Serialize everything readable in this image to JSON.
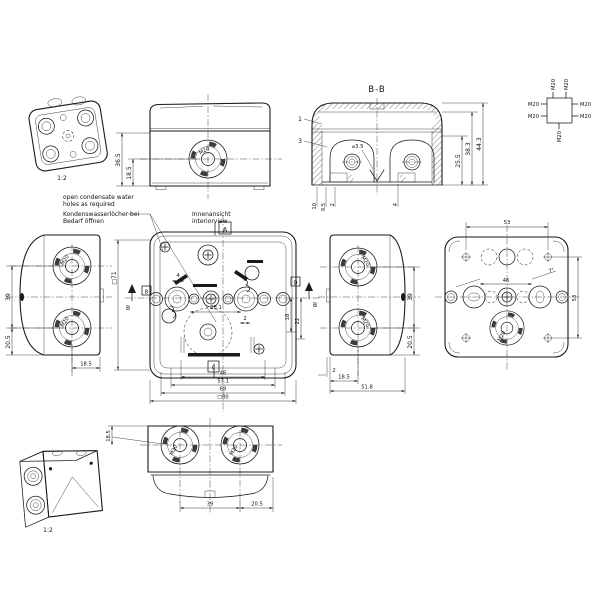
{
  "colors": {
    "line": "#1a1a1a",
    "background": "#ffffff"
  },
  "labels": {
    "scale": "1:2",
    "section_title": "B-B",
    "m20": "M20",
    "marker_a": "A",
    "marker_b": "B",
    "marker_c": "C",
    "marker_d": "D",
    "section_arrow": "B",
    "part_1": "1",
    "part_3": "3"
  },
  "notes": {
    "en1": "open condensate water",
    "en2": "holes as required",
    "de1": "Kondenswasserlöcher bei",
    "de2": "Bedarf öffnen",
    "interior_de": "Innenansicht",
    "interior_en": "interiorview"
  },
  "dims": {
    "front": {
      "h36": "36.5",
      "h18": "18.5"
    },
    "section": {
      "dia": "⌀3.5",
      "h25": "25.5",
      "h38": "38.3",
      "h44": "44.3",
      "b10": "10",
      "b9": "9.5",
      "b2": "2",
      "b4": "4"
    },
    "left": {
      "v39": "39",
      "v20": "20.5",
      "w18": "18.5"
    },
    "main": {
      "sq71": "□71",
      "d22": "22",
      "d18": "18",
      "d4": "4",
      "d28": "28.1",
      "d2": "2",
      "b46": "46",
      "b57": "57.1",
      "b68": "68",
      "b80": "□80"
    },
    "right": {
      "v39": "39",
      "v20": "20.5",
      "b2": "2",
      "b18": "18.5",
      "b51": "51.8"
    },
    "back": {
      "w53": "53",
      "h53": "53",
      "d46": "46",
      "ang": "7°"
    },
    "bottom": {
      "v18": "18.5",
      "b39": "39",
      "b20": "20.5"
    }
  }
}
